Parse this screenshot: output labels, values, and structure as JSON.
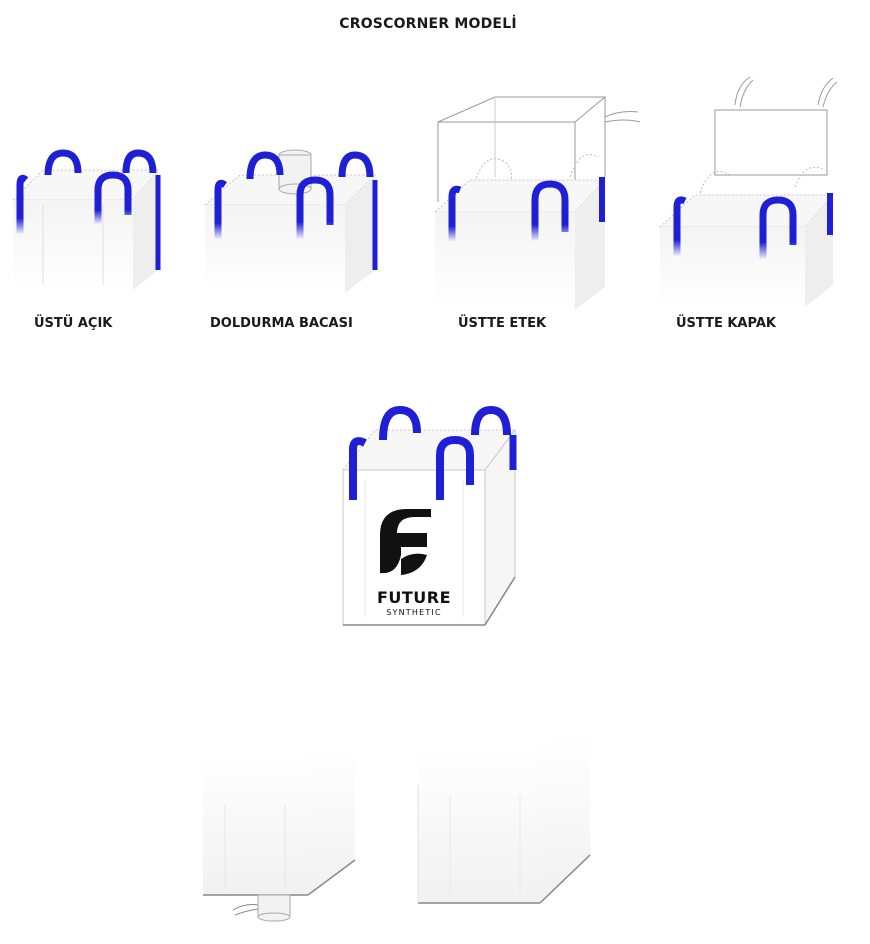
{
  "title": "CROSCORNER MODELİ",
  "top_variants": [
    {
      "label": "ÜSTÜ AÇIK"
    },
    {
      "label": "DOLDURMA BACASI"
    },
    {
      "label": "ÜSTTE ETEK"
    },
    {
      "label": "ÜSTTE KAPAK"
    }
  ],
  "logo": {
    "word": "FUTURE",
    "sub": "SYNTHETIC"
  },
  "colors": {
    "loop": "#1f1fd6",
    "line": "#9a9a9a",
    "ink": "#111111"
  }
}
